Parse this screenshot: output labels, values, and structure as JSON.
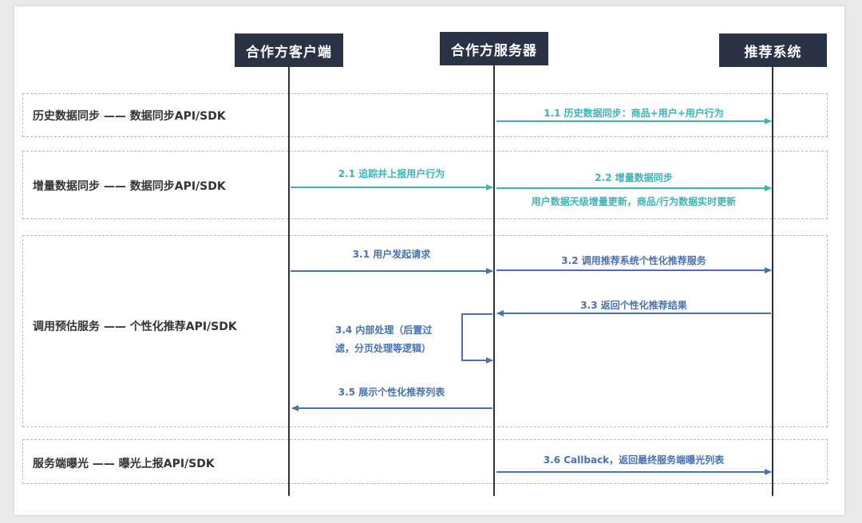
{
  "actors": {
    "client": "合作方客户端",
    "server": "合作方服务器",
    "recsys": "推荐系统"
  },
  "sections": {
    "history": {
      "label": "历史数据同步 —— 数据同步API/SDK"
    },
    "incremental": {
      "label": "增量数据同步 —— 数据同步API/SDK"
    },
    "invoke": {
      "label": "调用预估服务 —— 个性化推荐API/SDK"
    },
    "exposure": {
      "label": "服务端曝光 —— 曝光上报API/SDK"
    }
  },
  "messages": {
    "m1_1": "1.1 历史数据同步：商品+用户+用户行为",
    "m2_1": "2.1 追踪并上报用户行为",
    "m2_2": "2.2 增量数据同步",
    "m2_2_note": "用户数据天级增量更新，商品/行为数据实时更新",
    "m3_1": "3.1 用户发起请求",
    "m3_2": "3.2 调用推荐系统个性化推荐服务",
    "m3_3": "3.3 返回个性化推荐结果",
    "m3_4_line1": "3.4 内部处理（后置过",
    "m3_4_line2": "滤，分页处理等逻辑）",
    "m3_5": "3.5 展示个性化推荐列表",
    "m3_6": "3.6 Callback，返回最终服务端曝光列表"
  },
  "colors": {
    "actor_bg": "#2a3346",
    "teal": "#3db3b7",
    "blue": "#4672b5",
    "lifeline": "#2a3346"
  }
}
